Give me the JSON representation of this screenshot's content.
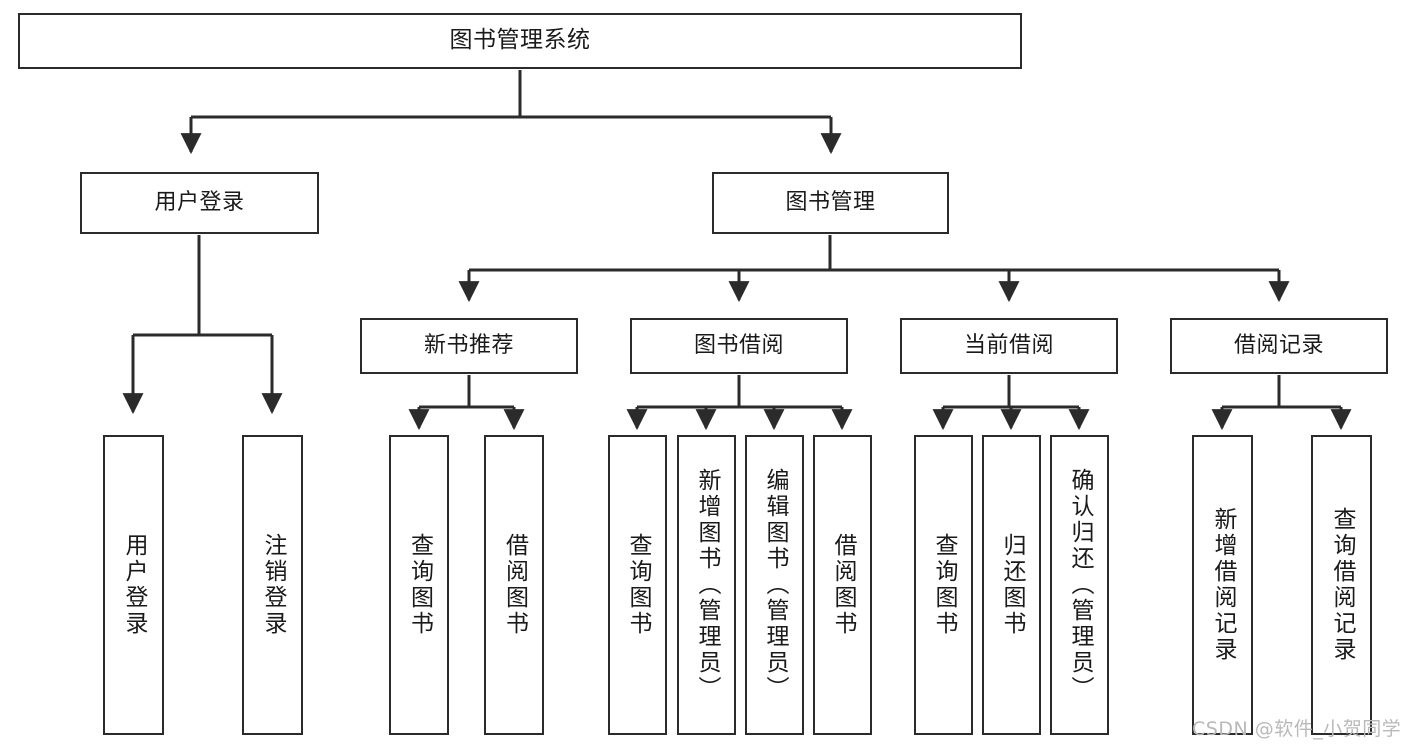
{
  "diagram": {
    "title": "图书管理系统",
    "watermark": "CSDN @软件_小贺同学",
    "style": {
      "stroke": "#2b2b2b",
      "fill": "#ffffff",
      "text": "#1a1a1a",
      "watermark_color": "#b9b9b9"
    },
    "nodes": {
      "root": {
        "label": "图书管理系统"
      },
      "level2": [
        {
          "label": "用户登录"
        },
        {
          "label": "图书管理"
        }
      ],
      "level3": [
        {
          "label": "新书推荐"
        },
        {
          "label": "图书借阅"
        },
        {
          "label": "当前借阅"
        },
        {
          "label": "借阅记录"
        }
      ],
      "leaves_user_login": [
        {
          "label": "用户登录"
        },
        {
          "label": "注销登录"
        }
      ],
      "leaves_new_book": [
        {
          "label": "查询图书"
        },
        {
          "label": "借阅图书"
        }
      ],
      "leaves_borrow": [
        {
          "label": "查询图书"
        },
        {
          "label": "新增图书（管理员）"
        },
        {
          "label": "编辑图书（管理员）"
        },
        {
          "label": "借阅图书"
        }
      ],
      "leaves_current": [
        {
          "label": "查询图书"
        },
        {
          "label": "归还图书"
        },
        {
          "label": "确认归还（管理员）"
        }
      ],
      "leaves_records": [
        {
          "label": "新增借阅记录"
        },
        {
          "label": "查询借阅记录"
        }
      ]
    }
  }
}
